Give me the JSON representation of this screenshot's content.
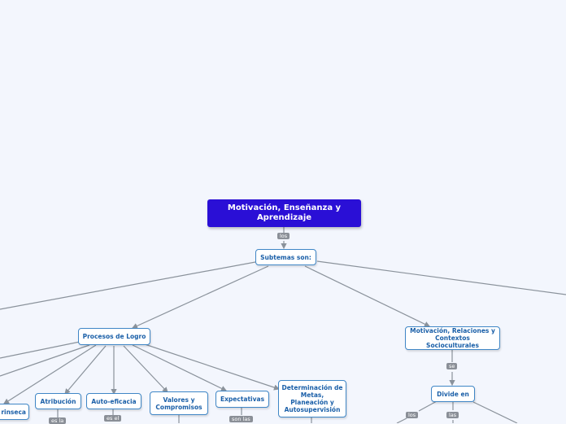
{
  "root": {
    "title": "Motivación, Enseñanza y Aprendizaje"
  },
  "links": {
    "los_1": "los",
    "se": "se",
    "los_2": "los",
    "las": "las",
    "es_la": "es la",
    "es_el": "es el",
    "son_las": "son las"
  },
  "nodes": {
    "subtemas": "Subtemas son:",
    "procesos_logro": "Procesos de Logro",
    "motivacion_relaciones": "Motivación, Relaciones y Contextos Socioculturales",
    "divide_en": "Divide en",
    "intrinseca": "rinseca",
    "atribucion": "Atribución",
    "auto_eficacia": "Auto-eficacia",
    "valores": "Valores y Compromisos",
    "expectativas": "Expectativas",
    "determinacion": "Determinación de Metas, Planeación y Autosupervisión"
  },
  "colors": {
    "root_bg": "#2a0fd6",
    "node_border": "#3f86c6",
    "node_text": "#1a5fa8",
    "connector": "#8a929b",
    "label_bg": "#8a8f97",
    "background": "#f3f6fd"
  }
}
